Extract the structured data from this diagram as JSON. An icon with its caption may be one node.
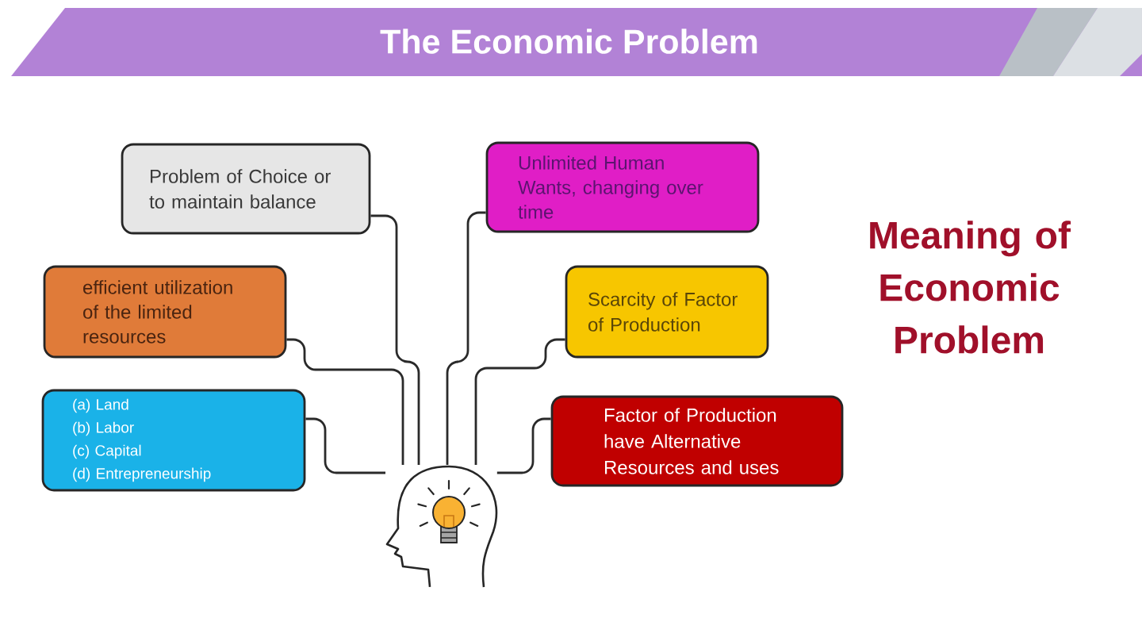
{
  "diagram": {
    "title": "The Economic Problem",
    "nodes": [
      {
        "text": [
          "Problem of Choice or to maintain balance"
        ]
      },
      {
        "text": [
          "Unlimited Human Wants, changing over time"
        ]
      },
      {
        "text": [
          "efficient utilization of the limited resources"
        ]
      },
      {
        "text": [
          "Scarcity of Factor of Production"
        ]
      },
      {
        "text": [
          "(a) Land",
          "(b) Labor",
          "(c) Capital",
          "(d) Entrepreneurship"
        ]
      },
      {
        "text": [
          "Factor of Production have Alternative Resources and uses"
        ]
      },
      {
        "text": [],
        "shape": "picture"
      }
    ],
    "edges": [
      {
        "from": 0,
        "to": 6,
        "arrow": "none"
      },
      {
        "from": 1,
        "to": 6,
        "arrow": "none"
      },
      {
        "from": 2,
        "to": 6,
        "arrow": "none"
      },
      {
        "from": 3,
        "to": 6,
        "arrow": "none"
      },
      {
        "from": 4,
        "to": 6,
        "arrow": "none"
      },
      {
        "from": 5,
        "to": 6,
        "arrow": "none"
      }
    ],
    "labels": [
      "Meaning of Economic Problem"
    ]
  }
}
